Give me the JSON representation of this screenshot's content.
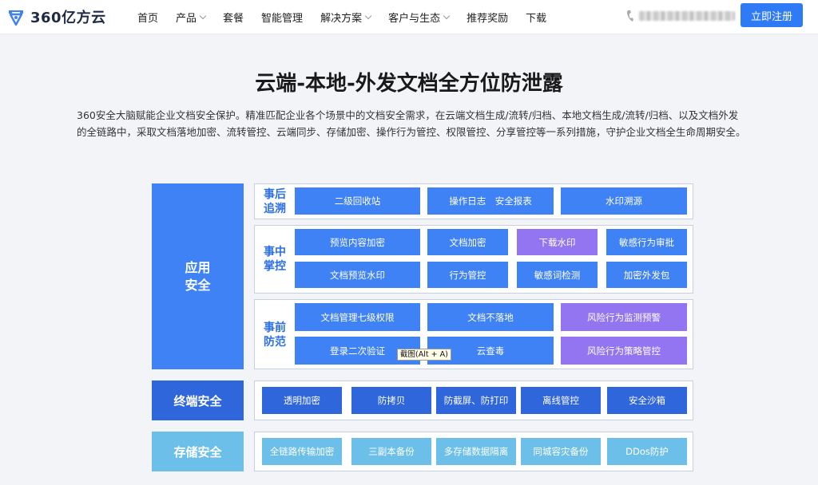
{
  "nav": {
    "logo_text": "360亿方云",
    "items": [
      {
        "label": "首页",
        "dropdown": false
      },
      {
        "label": "产品",
        "dropdown": true
      },
      {
        "label": "套餐",
        "dropdown": false
      },
      {
        "label": "智能管理",
        "dropdown": false
      },
      {
        "label": "解决方案",
        "dropdown": true
      },
      {
        "label": "客户与生态",
        "dropdown": true
      },
      {
        "label": "推荐奖励",
        "dropdown": false
      },
      {
        "label": "下载",
        "dropdown": false
      }
    ],
    "register_label": "立即注册"
  },
  "heading": {
    "title": "云端-本地-外发文档全方位防泄露",
    "description": "360安全大脑赋能企业文档安全保护。精准匹配企业各个场景中的文档安全需求，在云端文档生成/流转/归档、本地文档生成/流转/归档、以及文档外发的全链路中，采取文档落地加密、流转管控、云端同步、存储加密、操作行为管控、权限管控、分享管控等一系列措施，守护企业文档全生命周期安全。"
  },
  "diagram": {
    "app_security": {
      "label_line1": "应用",
      "label_line2": "安全",
      "after": {
        "label_line1": "事后",
        "label_line2": "追溯",
        "items": [
          "二级回收站",
          "操作日志　安全报表",
          "水印溯源"
        ]
      },
      "during": {
        "label_line1": "事中",
        "label_line2": "掌控",
        "row1": [
          "预览内容加密",
          "文档加密",
          "下载水印",
          "敏感行为审批"
        ],
        "row2": [
          "文档预览水印",
          "行为管控",
          "敏感词检测",
          "加密外发包"
        ]
      },
      "before": {
        "label_line1": "事前",
        "label_line2": "防范",
        "row1": [
          "文档管理七级权限",
          "文档不落地",
          "风险行为监测预警"
        ],
        "row2": [
          "登录二次验证",
          "云查毒",
          "风险行为策略管控"
        ]
      }
    },
    "terminal_security": {
      "label": "终端安全",
      "items": [
        "透明加密",
        "防拷贝",
        "防截屏、防打印",
        "离线管控",
        "安全沙箱"
      ]
    },
    "storage_security": {
      "label": "存储安全",
      "items": [
        "全链路传输加密",
        "三副本备份",
        "多存储数据隔离",
        "同城容灾备份",
        "DDos防护"
      ]
    }
  },
  "tooltip": "截图(Alt + A)",
  "colors": {
    "primary": "#2f7bf6",
    "block_blue": "#3f82f6",
    "block_purple": "#9375f2",
    "block_dark": "#2f66dc",
    "block_light": "#6cbfe8"
  }
}
